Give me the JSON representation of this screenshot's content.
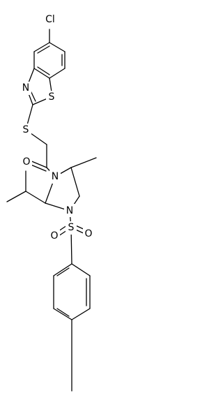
{
  "molecule": {
    "atom_labels": {
      "chlorine": "Cl",
      "thiazole_nitrogen": "N",
      "thiazole_sulfur": "S",
      "thioether_sulfur": "S",
      "carbonyl_oxygen": "O",
      "acyl_nitrogen": "N",
      "sulfonyl_nitrogen": "N",
      "sulfonyl_sulfur": "S",
      "sulfonyl_oxygen_left": "O",
      "sulfonyl_oxygen_right": "O"
    }
  },
  "colors": {
    "background": "#ffffff",
    "bond": "#000000",
    "text": "#000000"
  }
}
